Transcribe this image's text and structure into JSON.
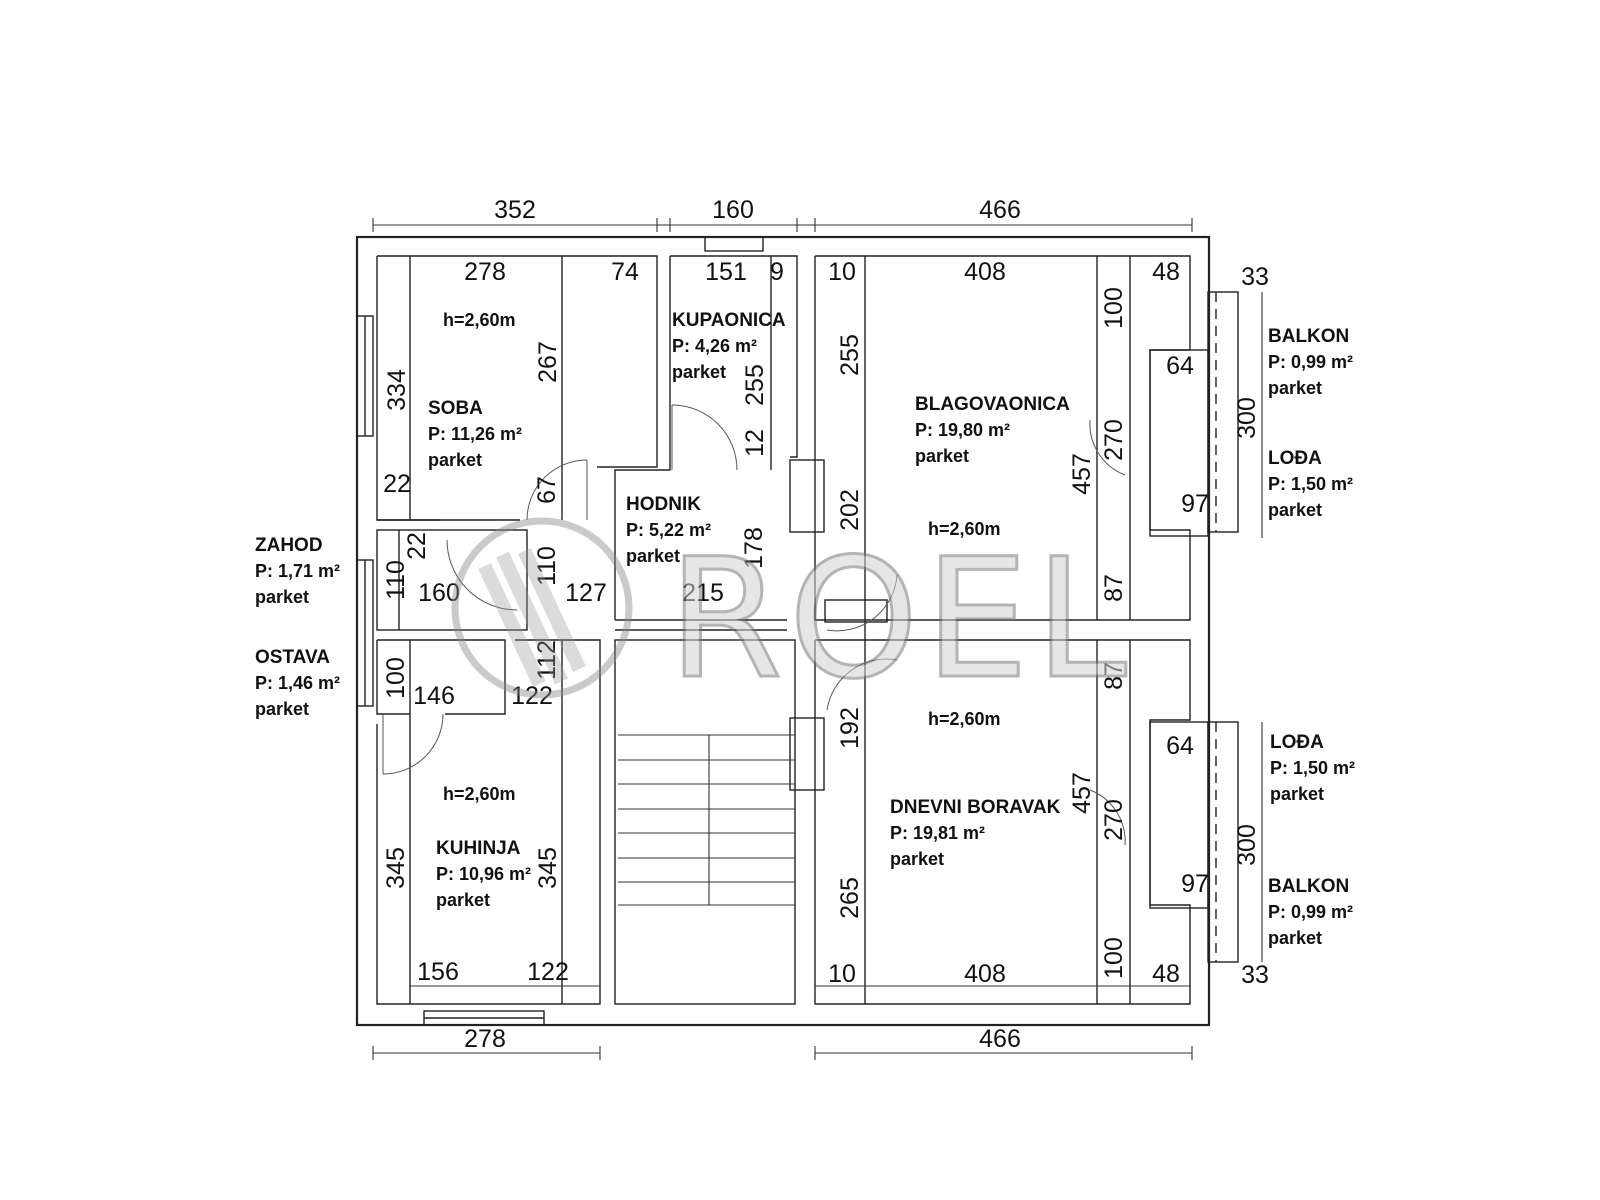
{
  "dimensions": {
    "outer_top": [
      "352",
      "160",
      "466"
    ],
    "outer_bottom": [
      "278",
      "466"
    ],
    "soba_top": [
      "278",
      "74"
    ],
    "kupaonica_top": [
      "151",
      "9"
    ],
    "blagovaonica_top": [
      "10",
      "408",
      "48"
    ],
    "side_right": [
      "33",
      "33"
    ],
    "soba_side": [
      "334",
      "22",
      "267"
    ],
    "kupaonica_side": [
      "255",
      "12"
    ],
    "blagovaonica_side": [
      "255",
      "202",
      "192",
      "265",
      "457",
      "457"
    ],
    "balcony_side": [
      "100",
      "270",
      "87",
      "87",
      "270",
      "100",
      "64",
      "97",
      "64",
      "97",
      "300",
      "300"
    ],
    "hallway": [
      "67",
      "22",
      "110",
      "110",
      "160",
      "127",
      "215",
      "178",
      "112",
      "122"
    ],
    "ostava": [
      "100",
      "146"
    ],
    "kuhinja": [
      "345",
      "345",
      "156",
      "122"
    ],
    "dnevni_bottom": [
      "10",
      "408",
      "48"
    ]
  },
  "rooms": {
    "soba": {
      "height": "h=2,60m",
      "name": "SOBA",
      "area": "P: 11,26 m²",
      "floor": "parket"
    },
    "kupaonica": {
      "name": "KUPAONICA",
      "area": "P: 4,26 m²",
      "floor": "parket"
    },
    "hodnik": {
      "name": "HODNIK",
      "area": "P: 5,22 m²",
      "floor": "parket"
    },
    "zahod": {
      "name": "ZAHOD",
      "area": "P: 1,71 m²",
      "floor": "parket"
    },
    "ostava": {
      "name": "OSTAVA",
      "area": "P: 1,46 m²",
      "floor": "parket"
    },
    "kuhinja": {
      "height": "h=2,60m",
      "name": "KUHINJA",
      "area": "P: 10,96 m²",
      "floor": "parket"
    },
    "blagovaonica": {
      "name": "BLAGOVAONICA",
      "area": "P: 19,80 m²",
      "floor": "parket",
      "height": "h=2,60m"
    },
    "dnevni_boravak": {
      "height": "h=2,60m",
      "name": "DNEVNI BORAVAK",
      "area": "P: 19,81 m²",
      "floor": "parket"
    },
    "balkon_top": {
      "name": "BALKON",
      "area": "P: 0,99 m²",
      "floor": "parket"
    },
    "loda_top": {
      "name": "LOĐA",
      "area": "P: 1,50 m²",
      "floor": "parket"
    },
    "loda_bottom": {
      "name": "LOĐA",
      "area": "P: 1,50 m²",
      "floor": "parket"
    },
    "balkon_bottom": {
      "name": "BALKON",
      "area": "P: 0,99 m²",
      "floor": "parket"
    }
  },
  "watermark": {
    "text": "ROEL"
  },
  "colors": {
    "lines": "#222222",
    "background": "#ffffff",
    "watermark": "#8a8a8a"
  }
}
